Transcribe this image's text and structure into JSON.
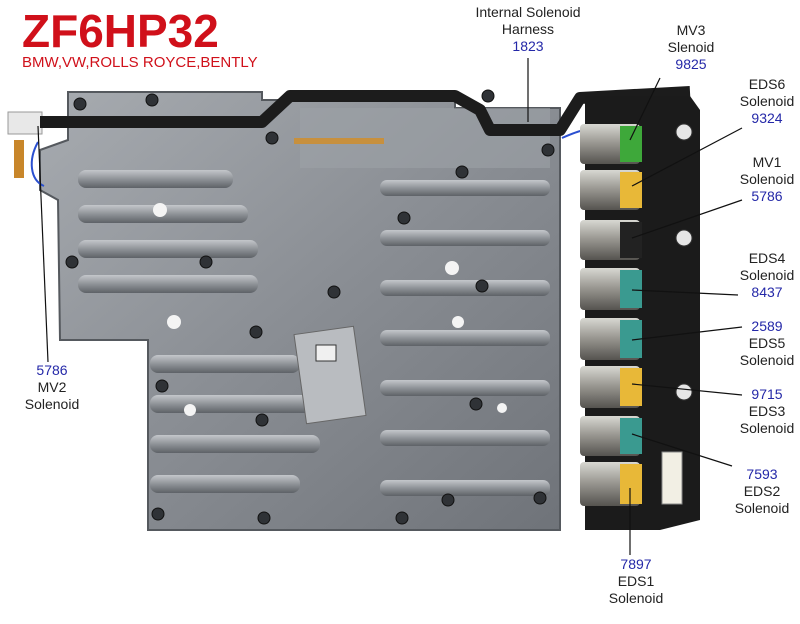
{
  "header": {
    "title": "ZF6HP32",
    "subtitle": "BMW,VW,ROLLS ROYCE,BENTLY"
  },
  "colors": {
    "title": "#d0101a",
    "part_number": "#2428a8",
    "label_text": "#222222",
    "leader_line": "#111111",
    "valve_body": "#8e9298",
    "harness": "#1c1c1c",
    "solenoid_green": "#3ea83a",
    "solenoid_yellow": "#e8b838",
    "solenoid_teal": "#3a9a90",
    "solenoid_black": "#222222"
  },
  "callouts": {
    "harness": {
      "name_line1": "Internal Solenoid",
      "name_line2": "Harness",
      "part": "1823"
    },
    "mv3": {
      "name_line1": "MV3",
      "name_line2": "Slenoid",
      "part": "9825"
    },
    "eds6": {
      "name_line1": "EDS6",
      "name_line2": "Solenoid",
      "part": "9324"
    },
    "mv1": {
      "name_line1": "MV1",
      "name_line2": "Solenoid",
      "part": "5786"
    },
    "eds4": {
      "name_line1": "EDS4",
      "name_line2": "Solenoid",
      "part": "8437"
    },
    "eds5": {
      "part": "2589",
      "name_line1": "EDS5",
      "name_line2": "Solenoid"
    },
    "eds3": {
      "part": "9715",
      "name_line1": "EDS3",
      "name_line2": "Solenoid"
    },
    "eds2": {
      "part": "7593",
      "name_line1": "EDS2",
      "name_line2": "Solenoid"
    },
    "eds1": {
      "part": "7897",
      "name_line1": "EDS1",
      "name_line2": "Solenoid"
    },
    "mv2": {
      "part": "5786",
      "name_line1": "MV2",
      "name_line2": "Solenoid"
    }
  }
}
